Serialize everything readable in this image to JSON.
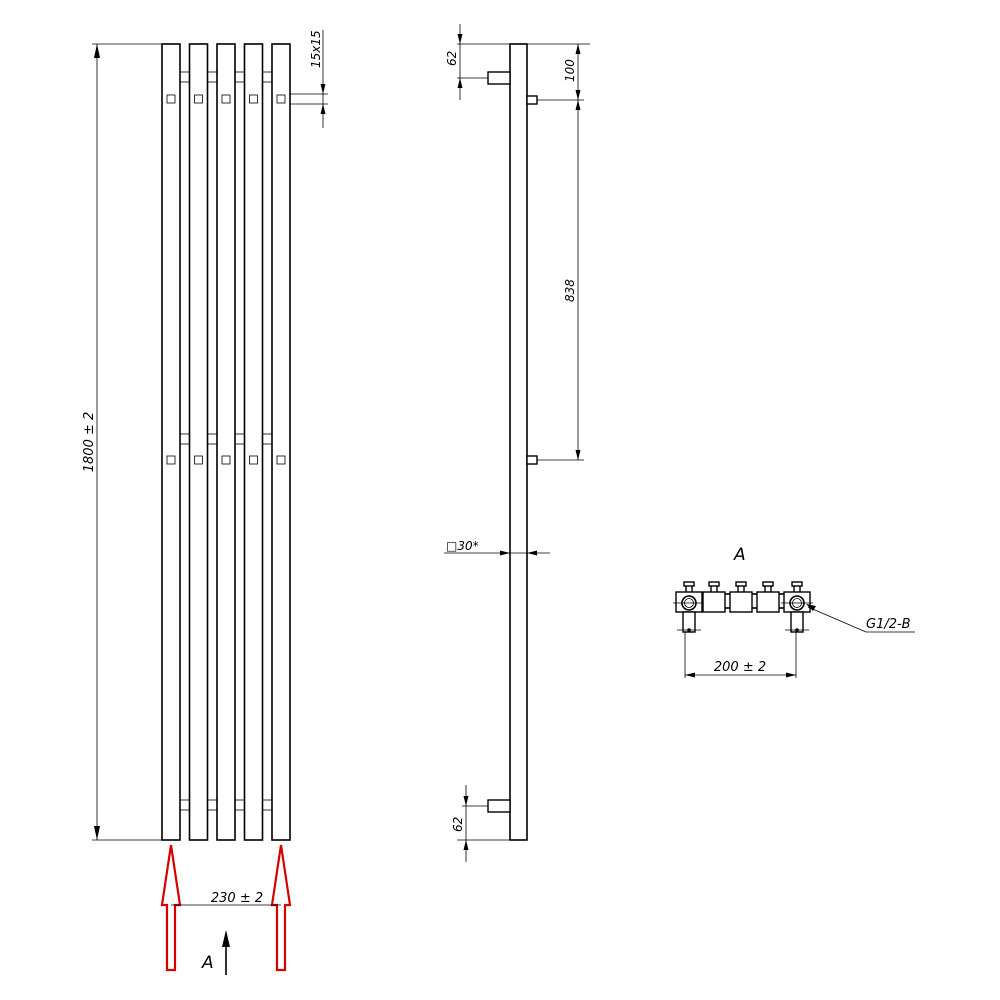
{
  "front_view": {
    "profile_size": "15x15",
    "height_dim": "1800 ± 2",
    "width_dim": "230 ± 2",
    "view_arrow_label": "A",
    "highlight_color": "#d40000"
  },
  "side_view": {
    "top_offset": "62",
    "top_to_bracket": "100",
    "bracket_spacing": "838",
    "bar_profile": "□30*",
    "bottom_offset": "62"
  },
  "detail_a": {
    "title": "A",
    "thread": "G1/2-B",
    "connection_spacing": "200 ± 2"
  }
}
